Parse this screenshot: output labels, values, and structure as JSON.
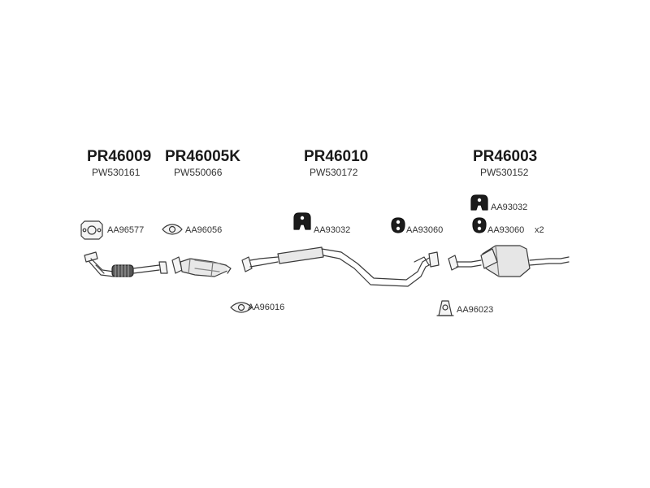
{
  "groups": [
    {
      "part_no": "PR46009",
      "ref_no": "PW530161"
    },
    {
      "part_no": "PR46005K",
      "ref_no": "PW550066"
    },
    {
      "part_no": "PR46010",
      "ref_no": "PW530172"
    },
    {
      "part_no": "PR46003",
      "ref_no": "PW530152"
    }
  ],
  "components": [
    {
      "code": "AA96577",
      "icon": "gasket-icon"
    },
    {
      "code": "AA96056",
      "icon": "gasket-icon"
    },
    {
      "code": "AA93032",
      "icon": "rubber-hanger-icon"
    },
    {
      "code": "AA93060",
      "icon": "rubber-ring-icon"
    },
    {
      "code": "AA93032",
      "icon": "rubber-hanger-icon"
    },
    {
      "code": "AA93060",
      "icon": "rubber-ring-icon",
      "qty": "x2"
    },
    {
      "code": "AA96016",
      "icon": "gasket-icon"
    },
    {
      "code": "AA96023",
      "icon": "bracket-icon"
    }
  ]
}
